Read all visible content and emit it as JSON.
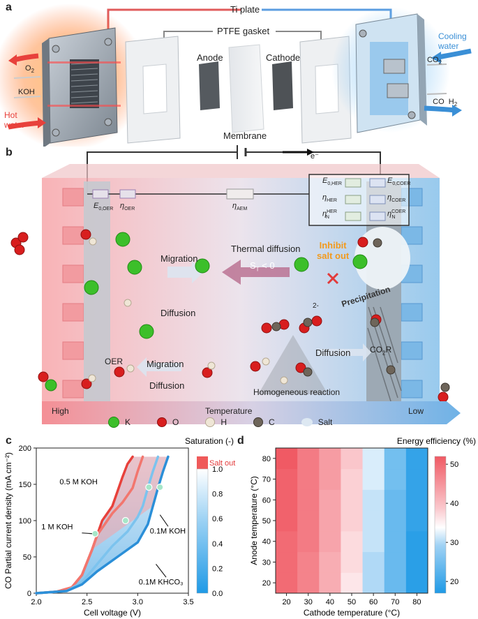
{
  "panel_a": {
    "letter": "a",
    "ti_plate": "Ti plate",
    "ptfe_gasket": "PTFE gasket",
    "anode": "Anode",
    "cathode": "Cathode",
    "membrane": "Membrane",
    "o2": "O",
    "o2_sub": "2",
    "koh": "KOH",
    "hot_water_1": "Hot",
    "hot_water_2": "water",
    "cooling_1": "Cooling",
    "cooling_2": "water",
    "co2": "CO",
    "co2_sub": "2",
    "co_h2": "CO  H",
    "co_h2_sub": "2",
    "colors": {
      "hot": "#e8413b",
      "cold": "#3a8fd6",
      "plate": "#9aa3ad"
    }
  },
  "panel_b": {
    "letter": "b",
    "electron": "e⁻",
    "e0_oer": "E",
    "e0_oer_sub": "0,OER",
    "eta_oer": "η",
    "eta_oer_sub": "OER",
    "eta_aem": "η",
    "eta_aem_sub": "AEM",
    "e0_her": "E",
    "e0_her_sub": "0,HER",
    "eta_her": "η",
    "eta_her_sub": "HER",
    "eta_n_her": "η",
    "eta_n_her_sup": "HER",
    "eta_n_her_sub": "N",
    "e0_coer": "E",
    "e0_coer_sub": "0,COER",
    "eta_coer": "η",
    "eta_coer_sub": "COER",
    "eta_n_coer": "η",
    "eta_n_coer_sup": "COER",
    "eta_n_coer_sub": "N",
    "migration_1": "Migration",
    "thermal_diffusion": "Thermal diffusion",
    "st": "S",
    "st_sub": "T",
    "st_rest": " < 0",
    "inhibit_1": "Inhibit",
    "inhibit_2": "salt out",
    "diffusion_1": "Diffusion",
    "precipitation": "Precipitation",
    "co2r": "CO",
    "co2r_sub": "2",
    "co2r_rest": "R",
    "oer": "OER",
    "migration_2": "Migration",
    "diffusion_2": "Diffusion",
    "diffusion_3": "Diffusion",
    "homogeneous": "Homogeneous reaction",
    "charge_2minus": "2-",
    "charge_minus": "-",
    "charge_plus": "+",
    "high": "High",
    "temperature": "Temperature",
    "low": "Low",
    "legend": [
      {
        "name": "K",
        "color": "#3cbf2a",
        "icon": "k-atom-icon"
      },
      {
        "name": "O",
        "color": "#d81e1e",
        "icon": "o-atom-icon"
      },
      {
        "name": "H",
        "color": "#efe6d6",
        "icon": "h-atom-icon"
      },
      {
        "name": "C",
        "color": "#6e655a",
        "icon": "c-atom-icon"
      },
      {
        "name": "Salt",
        "color": "#dde8f2",
        "icon": "salt-icon"
      }
    ]
  },
  "panel_c": {
    "letter": "c",
    "chart_data": {
      "type": "line",
      "xlabel": "Cell voltage (V)",
      "ylabel": "CO Partial current density (mA cm⁻²)",
      "xlim": [
        2.0,
        3.5
      ],
      "ylim": [
        0,
        200
      ],
      "xticks": [
        "2.0",
        "2.5",
        "3.0",
        "3.5"
      ],
      "yticks": [
        "0",
        "50",
        "100",
        "150",
        "200"
      ],
      "series": [
        {
          "name": "0.5 M KOH",
          "color": "#e8413b",
          "x": [
            2.0,
            2.2,
            2.35,
            2.45,
            2.55,
            2.65,
            2.75,
            2.8,
            2.85,
            2.9,
            2.95
          ],
          "y": [
            0,
            2,
            8,
            25,
            60,
            100,
            120,
            140,
            160,
            178,
            188
          ]
        },
        {
          "name": "1 M KOH",
          "color": "#f2766e",
          "x": [
            2.0,
            2.2,
            2.35,
            2.45,
            2.55,
            2.6,
            2.75,
            2.85,
            2.95,
            3.0,
            3.05
          ],
          "y": [
            0,
            2,
            8,
            25,
            60,
            80,
            110,
            125,
            145,
            168,
            188
          ]
        },
        {
          "name": "0.1M KOH",
          "color": "#7cc3ee",
          "x": [
            2.0,
            2.3,
            2.45,
            2.6,
            2.75,
            2.9,
            3.0,
            3.05,
            3.1,
            3.15,
            3.2
          ],
          "y": [
            0,
            3,
            15,
            40,
            65,
            85,
            105,
            120,
            145,
            168,
            188
          ]
        },
        {
          "name": "0.1M KHCO₃",
          "color": "#2b8fd8",
          "x": [
            2.0,
            2.3,
            2.45,
            2.6,
            2.8,
            3.0,
            3.1,
            3.15,
            3.2,
            3.25,
            3.3
          ],
          "y": [
            0,
            3,
            12,
            30,
            50,
            70,
            95,
            120,
            145,
            168,
            188
          ]
        }
      ],
      "markers": [
        {
          "x": 2.58,
          "y": 82
        },
        {
          "x": 2.88,
          "y": 100
        },
        {
          "x": 3.11,
          "y": 146
        },
        {
          "x": 3.22,
          "y": 146
        }
      ],
      "annotations": [
        "0.5 M KOH",
        "1 M KOH",
        "0.1M KOH",
        "0.1M KHCO₃"
      ],
      "colorbar": {
        "title": "Saturation (-)",
        "salt_out": "Salt out",
        "ticks": [
          "1.0",
          "0.8",
          "0.6",
          "0.4",
          "0.2",
          "0.0"
        ]
      }
    }
  },
  "panel_d": {
    "letter": "d",
    "chart_data": {
      "type": "heatmap",
      "xlabel": "Cathode temperature (°C)",
      "ylabel": "Anode temperature (°C)",
      "x": [
        20,
        30,
        40,
        50,
        60,
        70,
        80
      ],
      "y": [
        20,
        30,
        40,
        50,
        60,
        70,
        80
      ],
      "values": [
        [
          50,
          47,
          42,
          36,
          30,
          24,
          18
        ],
        [
          50,
          47,
          42,
          37,
          30,
          24,
          18
        ],
        [
          50,
          48,
          43,
          37,
          31,
          24,
          18
        ],
        [
          51,
          48,
          43,
          38,
          31,
          24,
          19
        ],
        [
          51,
          48,
          43,
          38,
          31,
          24,
          19
        ],
        [
          51,
          48,
          44,
          38,
          32,
          25,
          19
        ],
        [
          52,
          48,
          44,
          39,
          32,
          25,
          19
        ]
      ],
      "colorbar": {
        "title": "Energy efficiency (%)",
        "ticks": [
          "50",
          "40",
          "30",
          "20"
        ],
        "range": [
          17,
          52
        ]
      }
    }
  }
}
